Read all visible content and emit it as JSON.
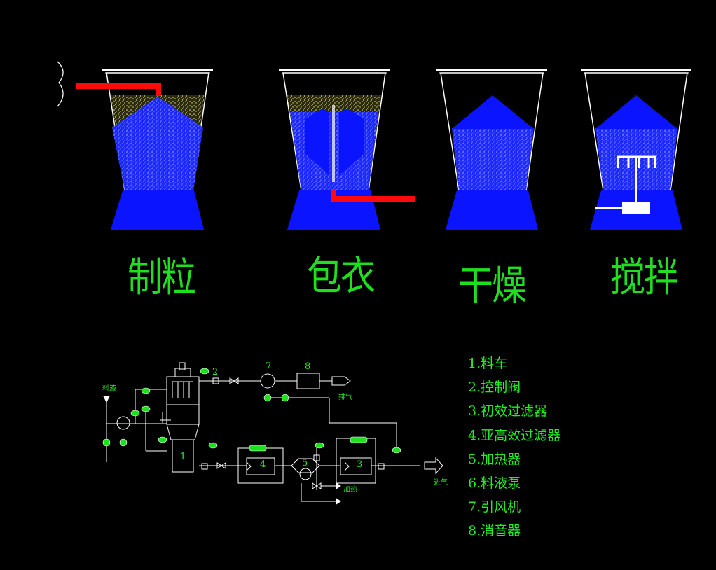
{
  "stages": [
    {
      "label": "制粒"
    },
    {
      "label": "包衣"
    },
    {
      "label": "干燥"
    },
    {
      "label": "搅拌"
    }
  ],
  "legend": [
    "1.料车",
    "2.控制阀",
    "3.初效过滤器",
    "4.亚高效过滤器",
    "5.加热器",
    "6.料液泵",
    "7.引风机",
    "8.消音器"
  ],
  "schematic": {
    "labels": {
      "feed": "料液",
      "exhaust": "排气",
      "intake": "进气",
      "heating": "加热"
    },
    "numbers": [
      "1",
      "2",
      "3",
      "4",
      "5",
      "7",
      "8"
    ]
  },
  "colors": {
    "bed_blue": "#0a14ff",
    "granule_yellow": "#f0e67a",
    "pipe_red": "#ff0a0a",
    "label_green": "#1fe01f",
    "line_white": "#ffffff"
  }
}
